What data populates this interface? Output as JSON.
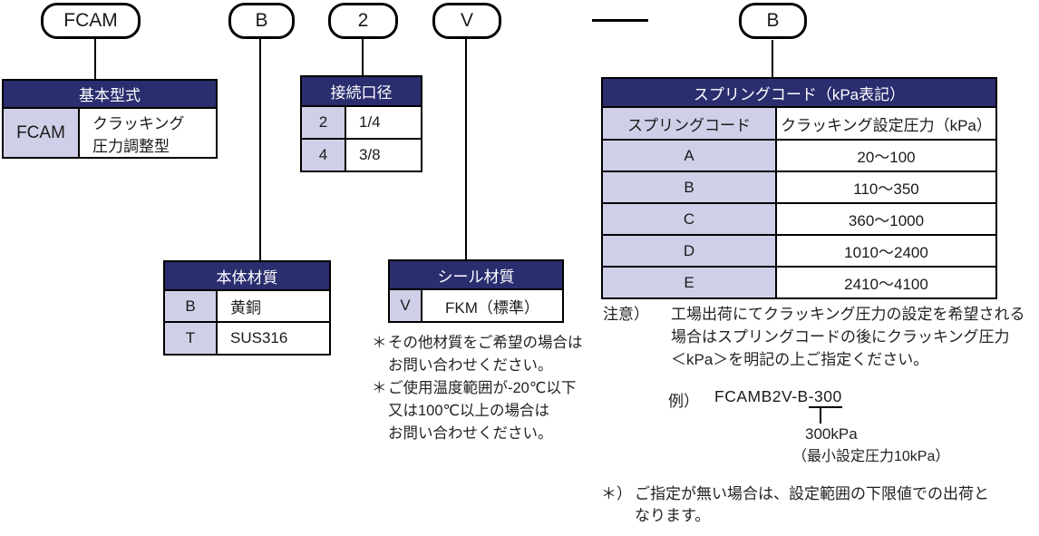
{
  "colors": {
    "table_header_bg": "#2a2d6e",
    "code_cell_bg": "#cfcfe8",
    "border": "#000000"
  },
  "code_pills": {
    "base": "FCAM",
    "body_material": "B",
    "port_size": "2",
    "seal_material": "V",
    "spring_code": "B"
  },
  "basic_table": {
    "header": "基本型式",
    "rows": [
      {
        "code": "FCAM",
        "value": "クラッキング\n圧力調整型"
      }
    ]
  },
  "size_table": {
    "header": "接続口径",
    "rows": [
      {
        "code": "2",
        "value": "1/4"
      },
      {
        "code": "4",
        "value": "3/8"
      }
    ]
  },
  "body_table": {
    "header": "本体材質",
    "rows": [
      {
        "code": "B",
        "value": "黄銅"
      },
      {
        "code": "T",
        "value": "SUS316"
      }
    ]
  },
  "seal_table": {
    "header": "シール材質",
    "rows": [
      {
        "code": "V",
        "value": "FKM（標準）"
      }
    ]
  },
  "seal_notes": [
    {
      "marker": "＊",
      "text": "その他材質をご希望の場合は\nお問い合わせください。"
    },
    {
      "marker": "＊",
      "text": "ご使用温度範囲が-20℃以下\n又は100℃以上の場合は\nお問い合わせください。"
    }
  ],
  "spring_table": {
    "header": "スプリングコード（kPa表記）",
    "col1_header": "スプリングコード",
    "col2_header": "クラッキング設定圧力（kPa）",
    "rows": [
      {
        "code": "A",
        "range": "20～100"
      },
      {
        "code": "B",
        "range": "110～350"
      },
      {
        "code": "C",
        "range": "360～1000"
      },
      {
        "code": "D",
        "range": "1010～2400"
      },
      {
        "code": "E",
        "range": "2410～4100"
      }
    ]
  },
  "caution": {
    "label": "注意）",
    "text": "工場出荷にてクラッキング圧力の設定を希望される\n場合はスプリングコードの後にクラッキング圧力\n＜kPa＞を明記の上ご指定ください。"
  },
  "example": {
    "label": "例）",
    "code_prefix": "FCAMB2V-B",
    "code_underlined": "-300",
    "pointer_value": "300kPa",
    "pointer_note": "（最小設定圧力10kPa）"
  },
  "footnote": {
    "marker": "＊）",
    "text": "ご指定が無い場合は、設定範囲の下限値での出荷と\nなります。"
  }
}
